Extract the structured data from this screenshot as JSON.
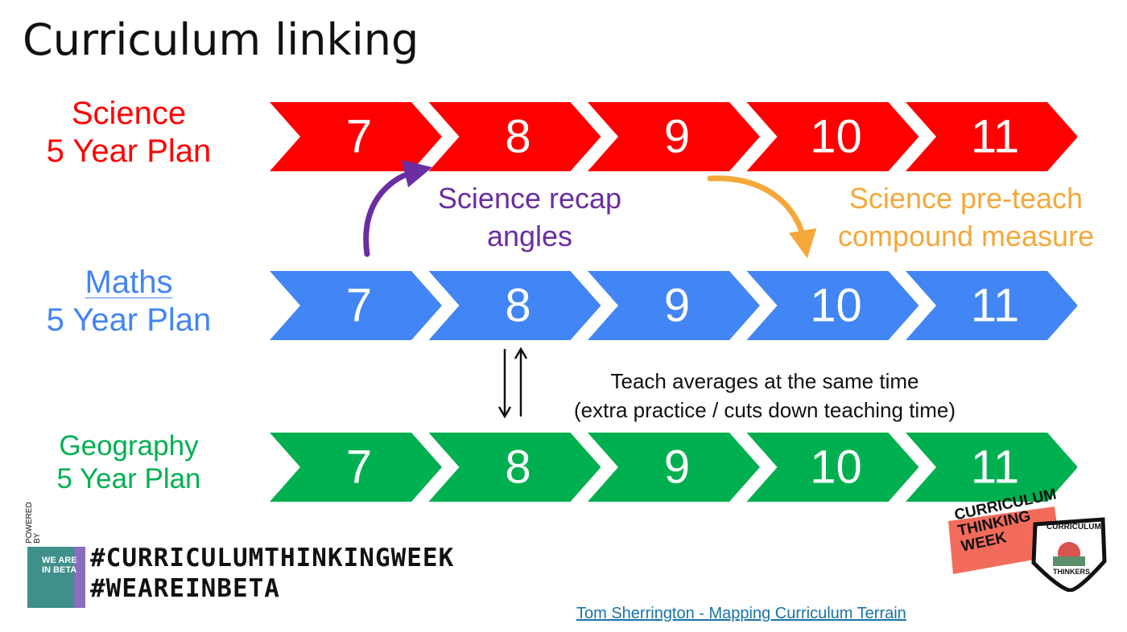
{
  "title": "Curriculum linking",
  "plans": [
    {
      "id": "science",
      "subject": "Science",
      "plan": "5 Year Plan",
      "color": "#ff0000",
      "years": [
        "7",
        "8",
        "9",
        "10",
        "11"
      ]
    },
    {
      "id": "maths",
      "subject": "Maths",
      "plan": "5 Year Plan",
      "color": "#4285f4",
      "years": [
        "7",
        "8",
        "9",
        "10",
        "11"
      ]
    },
    {
      "id": "geography",
      "subject": "Geography",
      "plan": "5 Year Plan",
      "color": "#00b050",
      "years": [
        "7",
        "8",
        "9",
        "10",
        "11"
      ]
    }
  ],
  "annotations": {
    "recap": {
      "lines": [
        "Science recap",
        "angles"
      ],
      "color": "#6a2ea1"
    },
    "preteach": {
      "lines": [
        "Science pre-teach",
        "compound measure"
      ],
      "color": "#f4a83a"
    },
    "averages": {
      "lines": [
        "Teach averages at the same time",
        "(extra practice / cuts down teaching time)"
      ]
    }
  },
  "footer": {
    "badge": {
      "powered": [
        "POWERED",
        "BY"
      ],
      "text": [
        "WE ARE",
        "IN BETA"
      ]
    },
    "hashtags": [
      "#CURRICULUMTHINKINGWEEK",
      "#WEAREINBETA"
    ],
    "credit_link": "Tom Sherrington - Mapping Curriculum Terrain",
    "logo_week": [
      "CURRICULUM",
      "THINKING",
      "WEEK"
    ],
    "logo_thinkers": [
      "CURRICULUM",
      "THINKERS"
    ]
  }
}
